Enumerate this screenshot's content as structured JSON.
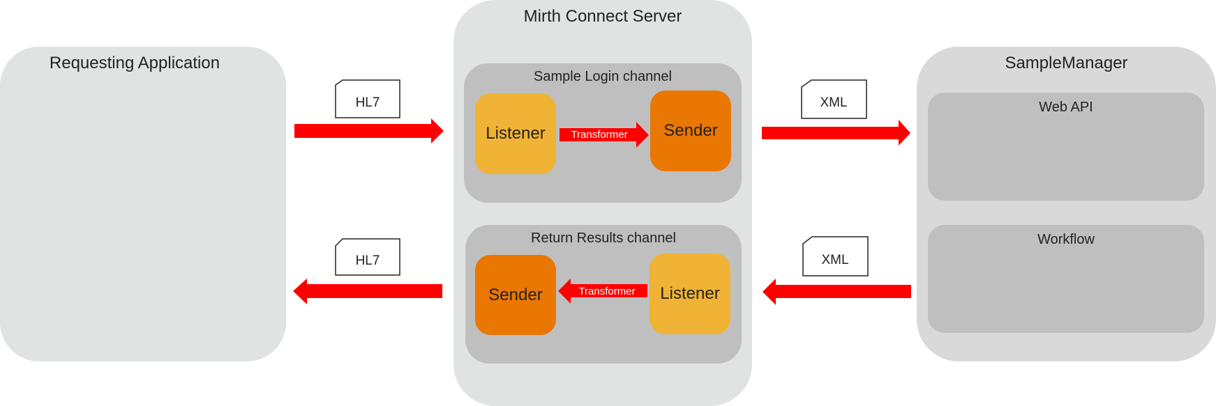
{
  "requesting_app": {
    "title": "Requesting Application"
  },
  "mirth": {
    "title": "Mirth Connect Server",
    "channels": [
      {
        "title": "Sample Login channel",
        "left": "Listener",
        "right": "Sender",
        "transformer": "Transformer",
        "direction": "right"
      },
      {
        "title": "Return Results channel",
        "left": "Sender",
        "right": "Listener",
        "transformer": "Transformer",
        "direction": "left"
      }
    ]
  },
  "sample_manager": {
    "title": "SampleManager",
    "modules": [
      {
        "title": "Web API"
      },
      {
        "title": "Workflow"
      }
    ]
  },
  "messages": {
    "top_left": "HL7",
    "bottom_left": "HL7",
    "top_right": "XML",
    "bottom_right": "XML"
  },
  "colors": {
    "arrow": "#ff0000",
    "listener": "#f0b335",
    "sender": "#e97702",
    "container": "#e1e2e2",
    "channel": "#bfbfbf"
  }
}
